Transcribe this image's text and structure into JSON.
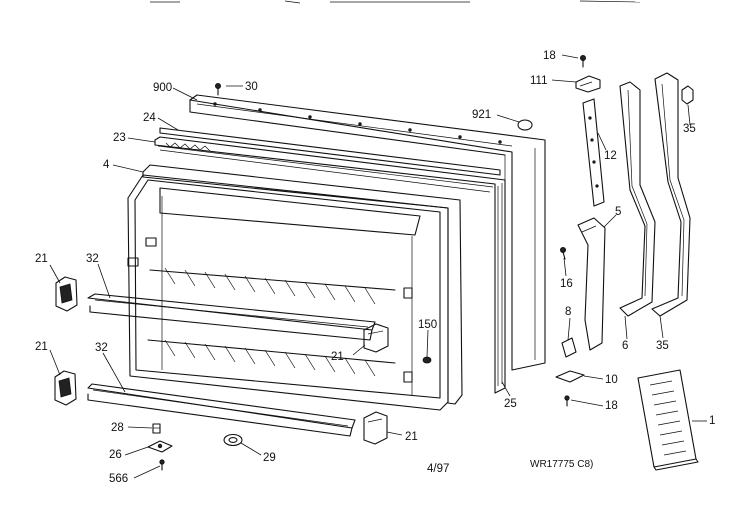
{
  "diagram": {
    "callouts": [
      {
        "id": "c18a",
        "label": "18"
      },
      {
        "id": "c111",
        "label": "111"
      },
      {
        "id": "c900",
        "label": "900"
      },
      {
        "id": "c30",
        "label": "30"
      },
      {
        "id": "c921",
        "label": "921"
      },
      {
        "id": "c24",
        "label": "24"
      },
      {
        "id": "c23",
        "label": "23"
      },
      {
        "id": "c4",
        "label": "4"
      },
      {
        "id": "c12",
        "label": "12"
      },
      {
        "id": "c35a",
        "label": "35"
      },
      {
        "id": "c5",
        "label": "5"
      },
      {
        "id": "c16",
        "label": "16"
      },
      {
        "id": "c21a",
        "label": "21"
      },
      {
        "id": "c32a",
        "label": "32"
      },
      {
        "id": "c150",
        "label": "150"
      },
      {
        "id": "c8",
        "label": "8"
      },
      {
        "id": "c21b",
        "label": "21"
      },
      {
        "id": "c21c",
        "label": "21"
      },
      {
        "id": "c32b",
        "label": "32"
      },
      {
        "id": "c6",
        "label": "6"
      },
      {
        "id": "c35b",
        "label": "35"
      },
      {
        "id": "c10",
        "label": "10"
      },
      {
        "id": "c25",
        "label": "25"
      },
      {
        "id": "c18b",
        "label": "18"
      },
      {
        "id": "c1",
        "label": "1"
      },
      {
        "id": "c28",
        "label": "28"
      },
      {
        "id": "c21d",
        "label": "21"
      },
      {
        "id": "c26",
        "label": "26"
      },
      {
        "id": "c29",
        "label": "29"
      },
      {
        "id": "c566",
        "label": "566"
      }
    ],
    "date_code": "4/97",
    "drawing_number": "WR17775 C8)"
  }
}
